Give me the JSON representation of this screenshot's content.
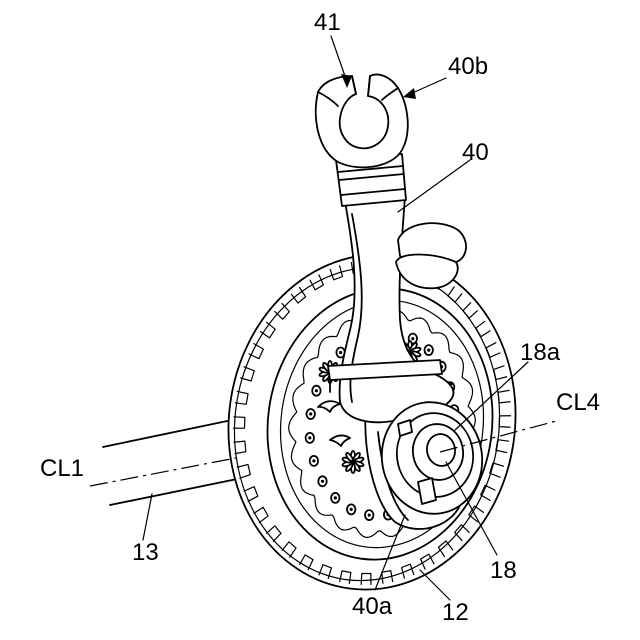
{
  "labels": {
    "arm_hook": "41",
    "arm_top": "40b",
    "arm": "40",
    "hub_face": "18a",
    "axis_right": "CL4",
    "axis_left": "CL1",
    "tube": "13",
    "shaft": "18",
    "arm_base": "40a",
    "wheel": "12"
  }
}
